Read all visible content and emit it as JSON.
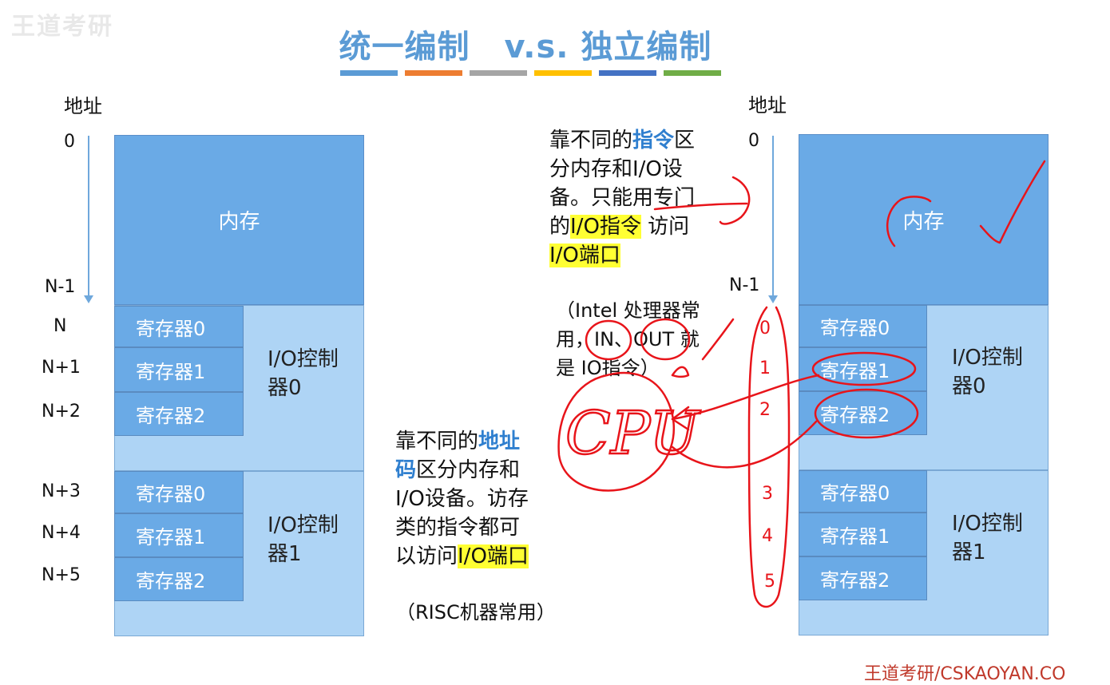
{
  "logo_text": "王道考研",
  "title": {
    "left": "统一编制",
    "vs": "v.s.",
    "right": "独立编制"
  },
  "colors": {
    "title": "#5b9bd5",
    "bars": [
      "#5b9bd5",
      "#ed7d31",
      "#a5a5a5",
      "#ffc000",
      "#4472c4",
      "#70ad47"
    ],
    "memory": "#6aaae6",
    "controller": "#aed4f5",
    "highlight": "#ffff33",
    "ink": "#e8141a"
  },
  "left_diagram": {
    "axis_title": "地址",
    "addresses": [
      "0",
      "N-1",
      "N",
      "N+1",
      "N+2",
      "N+3",
      "N+4",
      "N+5"
    ],
    "memory_label": "内存",
    "controllers": [
      {
        "label_line1": "I/O控制",
        "label_line2": "器0",
        "registers": [
          "寄存器0",
          "寄存器1",
          "寄存器2"
        ]
      },
      {
        "label_line1": "I/O控制",
        "label_line2": "器1",
        "registers": [
          "寄存器0",
          "寄存器1",
          "寄存器2"
        ]
      }
    ]
  },
  "right_diagram": {
    "axis_title": "地址",
    "addresses": [
      "0",
      "N-1"
    ],
    "memory_label": "内存",
    "controllers": [
      {
        "label_line1": "I/O控制",
        "label_line2": "器0",
        "registers": [
          "寄存器0",
          "寄存器1",
          "寄存器2"
        ]
      },
      {
        "label_line1": "I/O控制",
        "label_line2": "器1",
        "registers": [
          "寄存器0",
          "寄存器1",
          "寄存器2"
        ]
      }
    ]
  },
  "note_independent": {
    "l1a": "靠不同的",
    "l1b": "指令",
    "l1c": "区",
    "l2": "分内存和I/O设",
    "l3": "备。只能用专门",
    "l4a": "的",
    "l4b": "I/O指令",
    "l4c": " 访问",
    "l5": "I/O端口"
  },
  "paren_independent": {
    "l1": "（Intel 处理器常",
    "l2": "用，IN、OUT 就",
    "l3": "是 IO指令）"
  },
  "note_unified": {
    "l1a": "靠不同的",
    "l1b": "地址",
    "l2a": "码",
    "l2b": "区分内存和",
    "l3": "I/O设备。访存",
    "l4": "类的指令都可",
    "l5a": "以访问",
    "l5b": "I/O端口"
  },
  "paren_unified": "（RISC机器常用）",
  "annotations": {
    "port_numbers": [
      "0",
      "1",
      "2",
      "3",
      "4",
      "5"
    ],
    "cpu": "CPU"
  },
  "footer": "王道考研/CSKAOYAN.CO"
}
